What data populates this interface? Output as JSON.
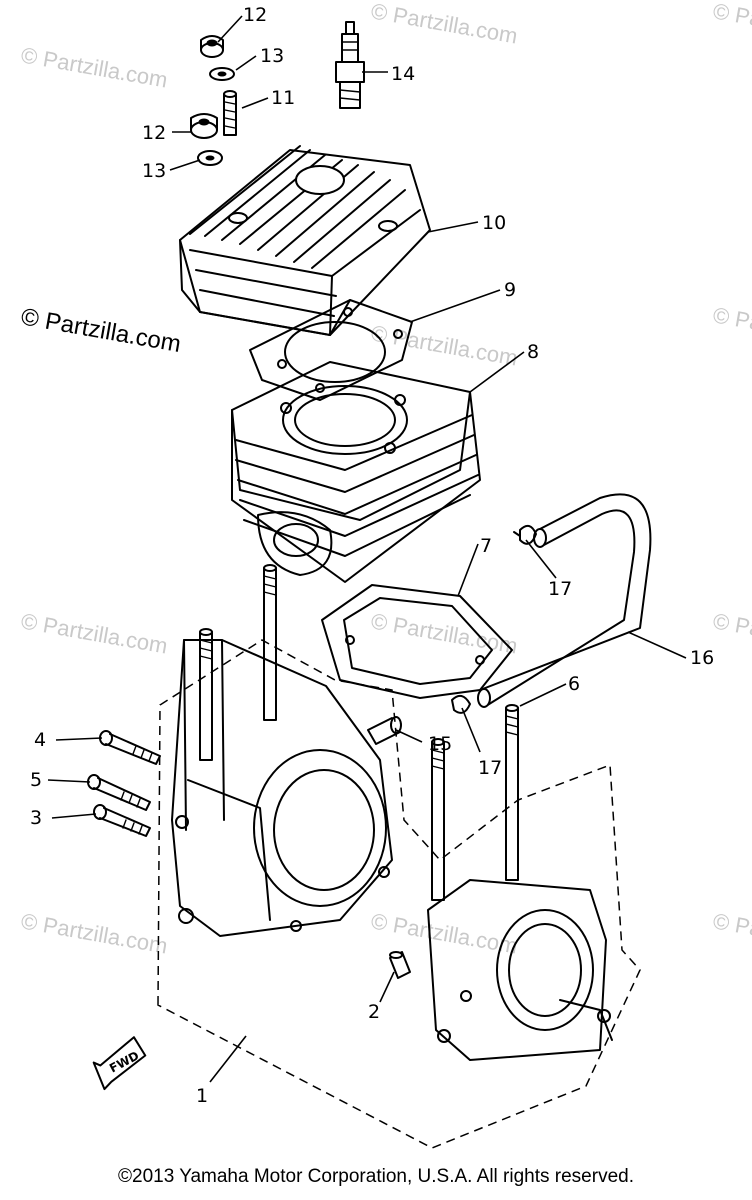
{
  "watermarks": {
    "main": "© Partzilla.com",
    "faint": "© Partzilla.com"
  },
  "callouts": [
    "1",
    "2",
    "3",
    "4",
    "5",
    "6",
    "7",
    "8",
    "9",
    "10",
    "11",
    "12",
    "12",
    "13",
    "13",
    "14",
    "15",
    "16",
    "17",
    "17"
  ],
  "fwd_label": "FWD",
  "copyright": "©2013 Yamaha Motor Corporation, U.S.A. All rights reserved."
}
